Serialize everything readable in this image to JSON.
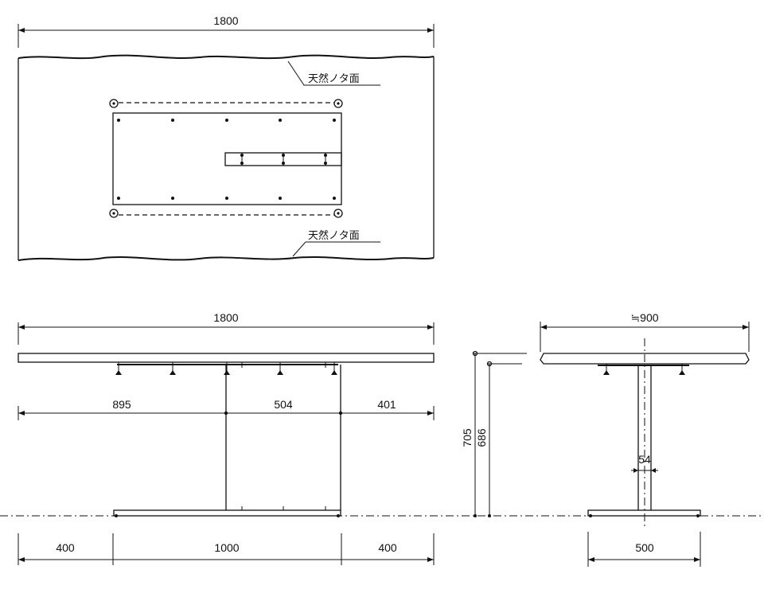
{
  "top_view": {
    "width_dim": "1800",
    "edge_note_top": "天然ノタ面",
    "edge_note_bottom": "天然ノタ面"
  },
  "front_view": {
    "width_dim": "1800",
    "seg_left": "895",
    "seg_mid": "504",
    "seg_right": "401",
    "base_left": "400",
    "base_mid": "1000",
    "base_right": "400"
  },
  "side_view": {
    "width_dim": "≒900",
    "height_total": "705",
    "height_under": "686",
    "post_width": "54",
    "base_width": "500"
  }
}
